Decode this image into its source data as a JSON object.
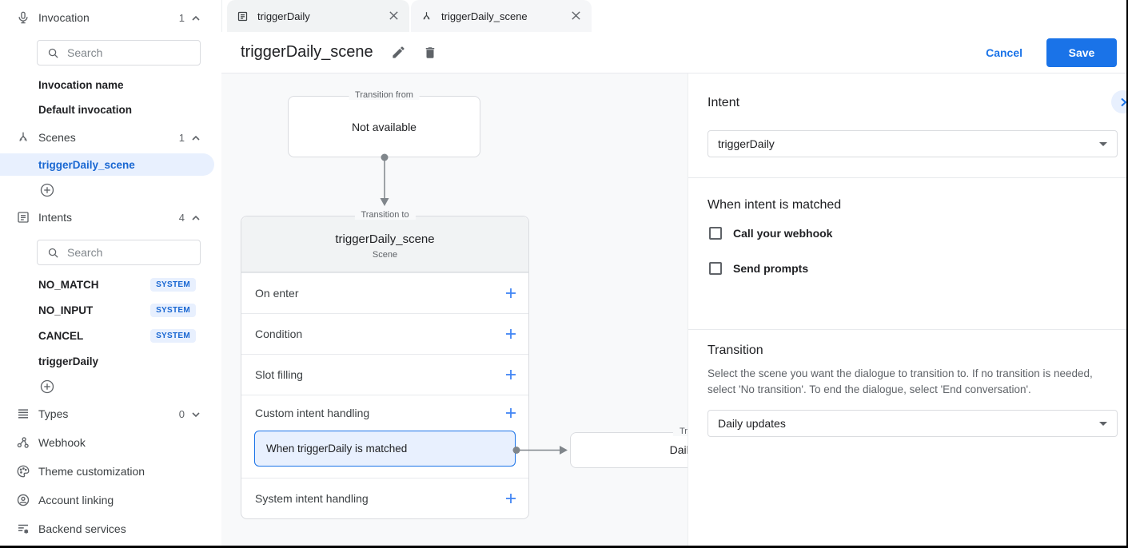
{
  "colors": {
    "accent": "#1a73e8",
    "accent_light": "#e8f0fe",
    "badge_text": "#1967d2",
    "canvas_bg": "#f8f9fa",
    "border": "#dadce0",
    "icon_grey": "#5f6368",
    "connector_grey": "#80868b"
  },
  "sidebar": {
    "invocation": {
      "label": "Invocation",
      "count": "1",
      "search_placeholder": "Search",
      "items": [
        {
          "label": "Invocation name"
        },
        {
          "label": "Default invocation"
        }
      ]
    },
    "scenes": {
      "label": "Scenes",
      "count": "1",
      "selected_item": "triggerDaily_scene"
    },
    "intents": {
      "label": "Intents",
      "count": "4",
      "search_placeholder": "Search",
      "items": [
        {
          "label": "NO_MATCH",
          "badge": "SYSTEM"
        },
        {
          "label": "NO_INPUT",
          "badge": "SYSTEM"
        },
        {
          "label": "CANCEL",
          "badge": "SYSTEM"
        },
        {
          "label": "triggerDaily"
        }
      ]
    },
    "types": {
      "label": "Types",
      "count": "0"
    },
    "links": [
      {
        "label": "Webhook"
      },
      {
        "label": "Theme customization"
      },
      {
        "label": "Account linking"
      },
      {
        "label": "Backend services"
      }
    ]
  },
  "tabs": [
    {
      "label": "triggerDaily"
    },
    {
      "label": "triggerDaily_scene"
    }
  ],
  "header": {
    "title": "triggerDaily_scene",
    "cancel_label": "Cancel",
    "save_label": "Save"
  },
  "canvas": {
    "transition_from": {
      "legend": "Transition from",
      "text": "Not available"
    },
    "scene_card": {
      "legend": "Transition to",
      "title": "triggerDaily_scene",
      "subtitle": "Scene",
      "rows": [
        {
          "label": "On enter"
        },
        {
          "label": "Condition"
        },
        {
          "label": "Slot filling"
        },
        {
          "label": "Custom intent handling"
        },
        {
          "label": "System intent handling"
        }
      ],
      "matched_item": "When triggerDaily is matched"
    },
    "target_card": {
      "legend": "Transition to",
      "text": "Daily updates"
    }
  },
  "panel": {
    "intent": {
      "heading": "Intent",
      "value": "triggerDaily"
    },
    "matched": {
      "heading": "When intent is matched",
      "checkboxes": [
        {
          "label": "Call your webhook",
          "checked": false
        },
        {
          "label": "Send prompts",
          "checked": false
        }
      ]
    },
    "transition": {
      "heading": "Transition",
      "description": "Select the scene you want the dialogue to transition to. If no transition is needed, select 'No transition'. To end the dialogue, select 'End conversation'.",
      "value": "Daily updates"
    }
  }
}
